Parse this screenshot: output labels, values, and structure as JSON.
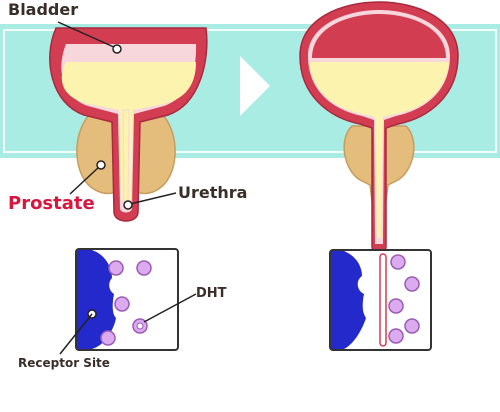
{
  "labels": {
    "bladder": "Bladder",
    "prostate": "Prostate",
    "urethra": "Urethra",
    "dht": "DHT",
    "receptor_site": "Receptor Site"
  },
  "colors": {
    "band": "#a8ece3",
    "bladder_wall": "#d33d52",
    "bladder_lining": "#f7d6dc",
    "urine": "#fbf3ae",
    "prostate": "#e4bd7c",
    "receptor": "#2429cc",
    "dht_molecule": "#dcaaee",
    "prostate_label": "#d8173f",
    "arrow": "#ffffff"
  },
  "icons": [
    "arrow-right-icon"
  ]
}
